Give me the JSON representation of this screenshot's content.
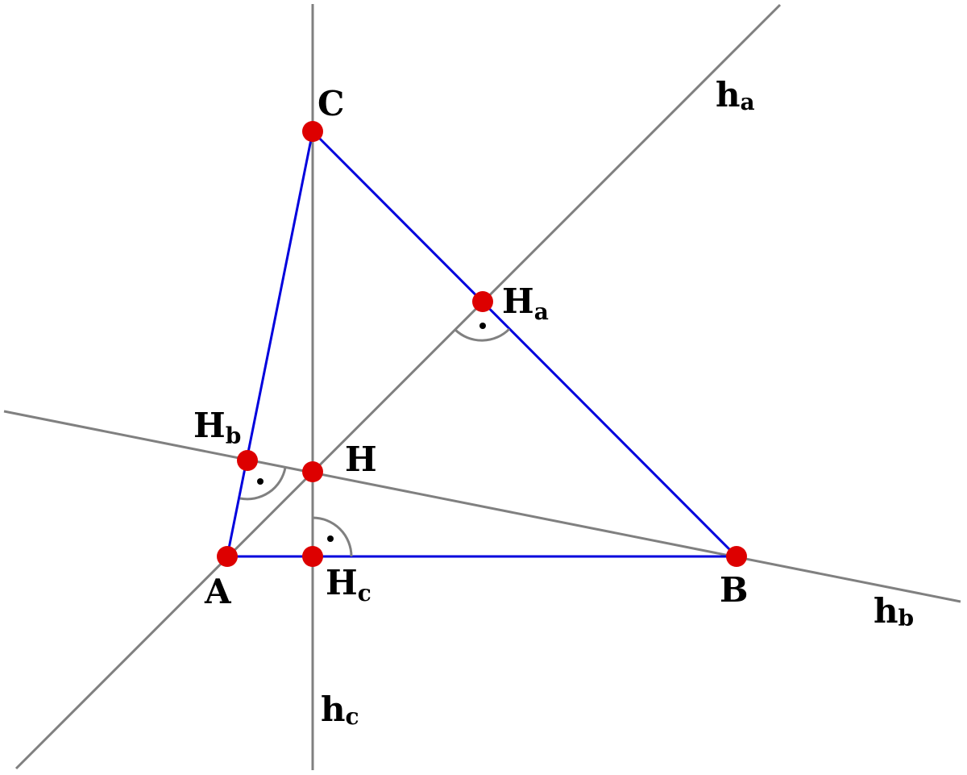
{
  "colors": {
    "background": "#ffffff",
    "altitude_line": "#808080",
    "triangle_side": "#0000dd",
    "point_fill": "#dd0000",
    "right_angle_arc": "#808080",
    "right_angle_dot": "#000000",
    "label": "#000000"
  },
  "points": {
    "A": {
      "main": "A",
      "sub": ""
    },
    "B": {
      "main": "B",
      "sub": ""
    },
    "C": {
      "main": "C",
      "sub": ""
    },
    "H": {
      "main": "H",
      "sub": ""
    },
    "Ha": {
      "main": "H",
      "sub": "a"
    },
    "Hb": {
      "main": "H",
      "sub": "b"
    },
    "Hc": {
      "main": "H",
      "sub": "c"
    }
  },
  "lines": {
    "ha": {
      "main": "h",
      "sub": "a"
    },
    "hb": {
      "main": "h",
      "sub": "b"
    },
    "hc": {
      "main": "h",
      "sub": "c"
    }
  }
}
